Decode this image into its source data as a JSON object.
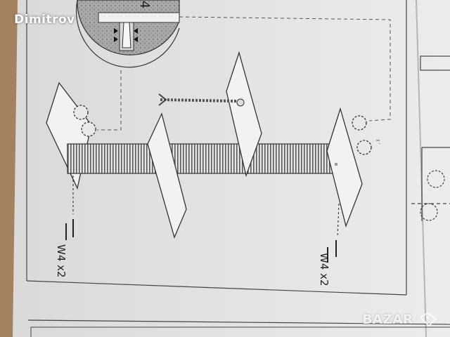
{
  "watermark": {
    "user": "Dimitrov",
    "brand": "BAZAR"
  },
  "diagram": {
    "step_number": "4",
    "labels": [
      {
        "id": "left-screws",
        "text": "W4 x2"
      },
      {
        "id": "right-screws",
        "text": "W4 x2"
      }
    ]
  }
}
